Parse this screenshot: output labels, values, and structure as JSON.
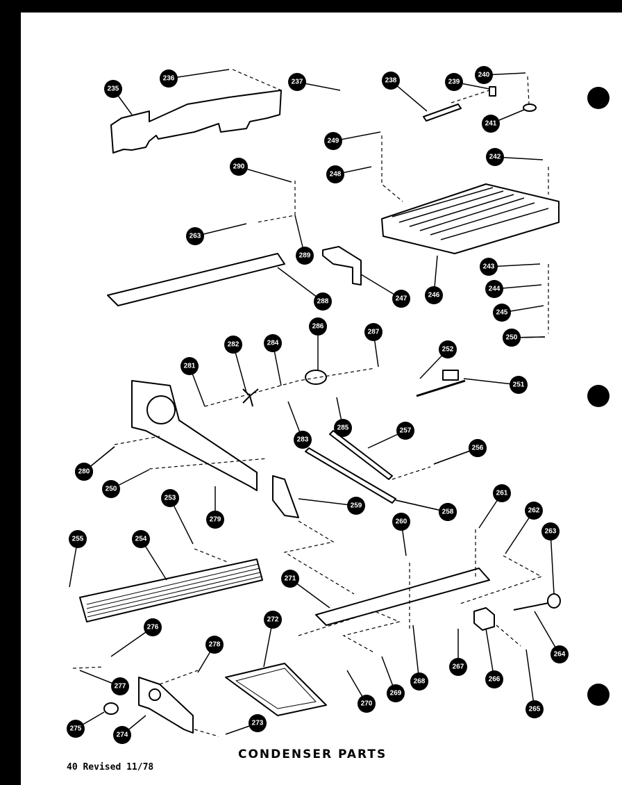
{
  "diagram": {
    "title": "CONDENSER  PARTS",
    "footer": "40  Revised 11/78",
    "callouts": [
      "235",
      "236",
      "237",
      "238",
      "239",
      "240",
      "241",
      "242",
      "243",
      "244",
      "245",
      "246",
      "247",
      "248",
      "249",
      "250",
      "251",
      "252",
      "253",
      "254",
      "255",
      "256",
      "257",
      "258",
      "259",
      "260",
      "261",
      "262",
      "263",
      "264",
      "265",
      "266",
      "267",
      "268",
      "269",
      "270",
      "271",
      "272",
      "273",
      "274",
      "275",
      "276",
      "277",
      "278",
      "279",
      "280",
      "281",
      "282",
      "283",
      "284",
      "285",
      "286",
      "287",
      "288",
      "289",
      "290",
      "250",
      "263",
      "280",
      "256",
      "258",
      "250"
    ]
  }
}
